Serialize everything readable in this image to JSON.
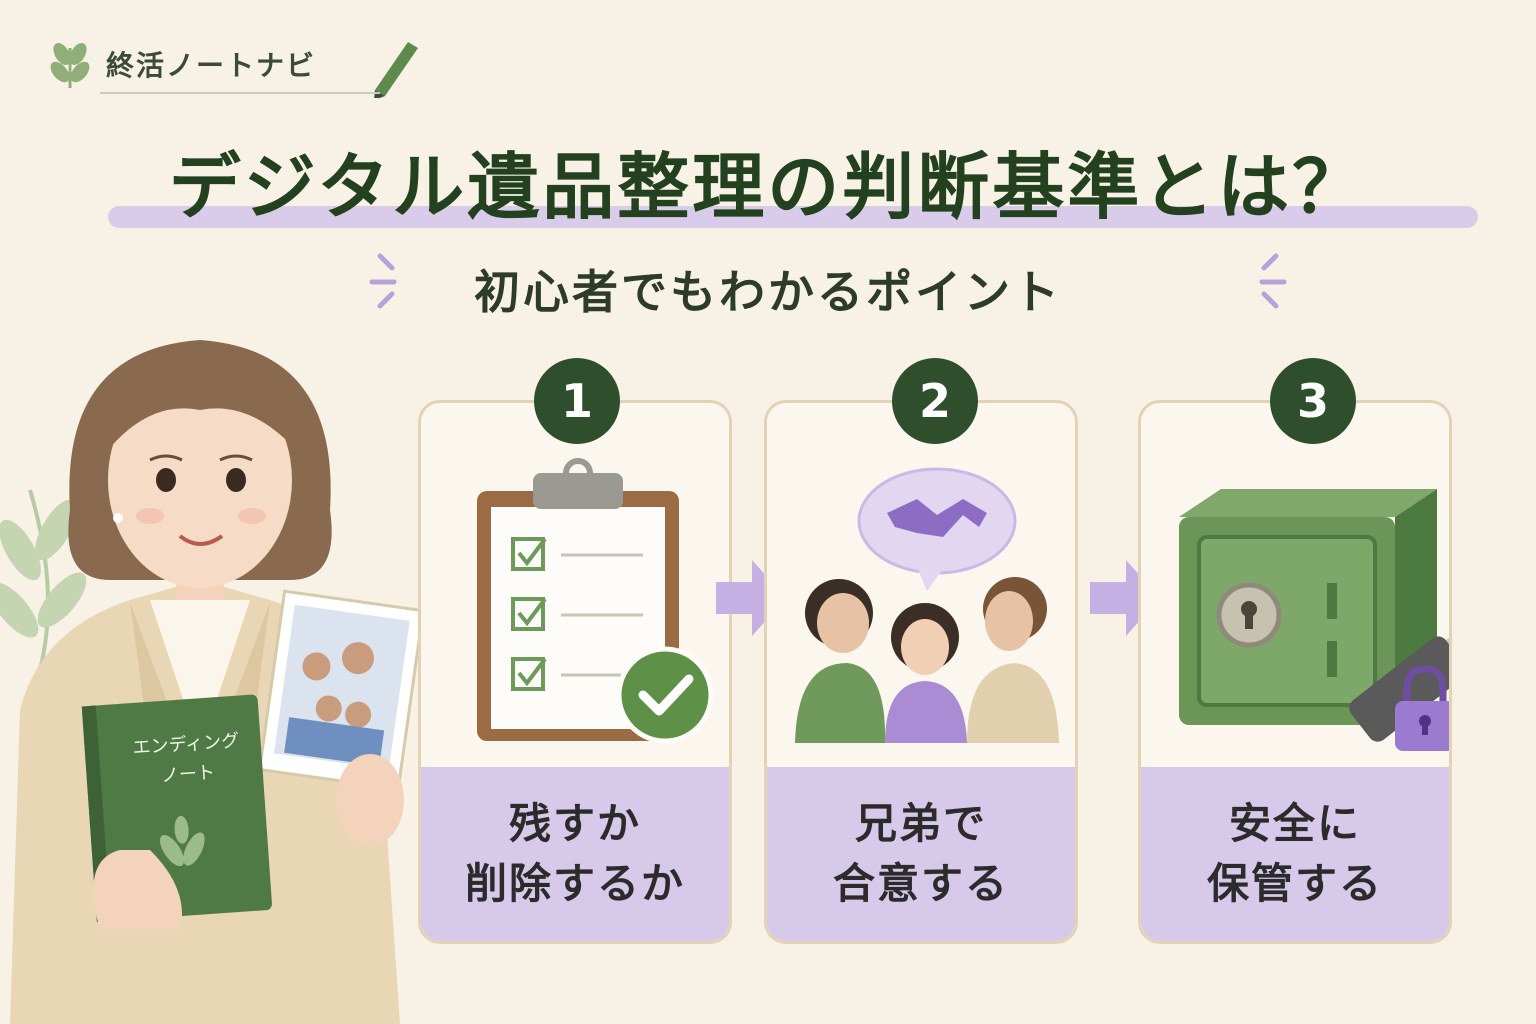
{
  "brand": {
    "name": "終活ノートナビ"
  },
  "heading": {
    "title": "デジタル遺品整理の判断基準とは？",
    "subtitle": "初心者でもわかるポイント"
  },
  "book": {
    "line1": "エンディング",
    "line2": "ノート"
  },
  "steps": [
    {
      "number": "1",
      "line1": "残すか",
      "line2": "削除するか",
      "icon": "clipboard-check-icon"
    },
    {
      "number": "2",
      "line1": "兄弟で",
      "line2": "合意する",
      "icon": "handshake-people-icon"
    },
    {
      "number": "3",
      "line1": "安全に",
      "line2": "保管する",
      "icon": "safe-lock-icon"
    }
  ],
  "colors": {
    "background": "#f8f2e6",
    "primary_green": "#2e4e2c",
    "accent_lavender": "#d7c9ea",
    "card_border": "#e3d2b4"
  }
}
